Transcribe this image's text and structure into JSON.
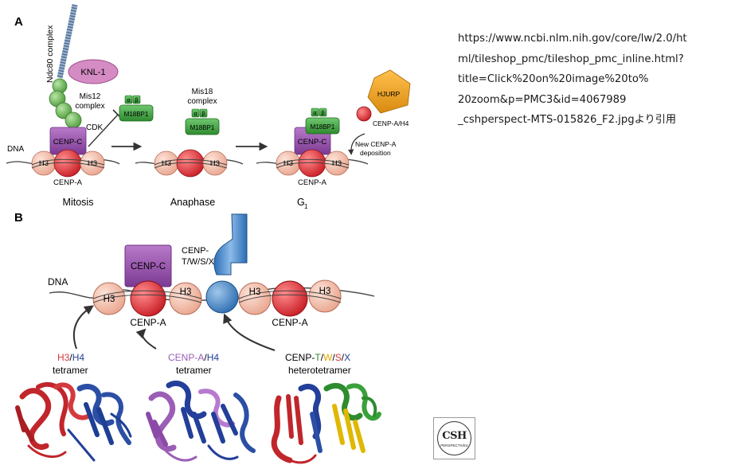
{
  "panel_a": {
    "letter": "A",
    "ndc80": "Ndc80 complex",
    "knl1": "KNL-1",
    "mis12_line1": "Mis12",
    "mis12_line2": "complex",
    "cdk": "CDK",
    "cenp_c": "CENP-C",
    "h3": "H3",
    "cenp_a": "CENP-A",
    "dna": "DNA",
    "m18bp1": "M18BP1",
    "alpha": "α",
    "beta": "β",
    "mis18_line1": "Mis18",
    "mis18_line2": "complex",
    "hjurp": "HJURP",
    "cenp_a_h4": "CENP-A/H4",
    "new_cenp_a_line1": "New CENP-A",
    "new_cenp_a_line2": "deposition",
    "stage_mitosis": "Mitosis",
    "stage_anaphase": "Anaphase",
    "stage_g1": "G",
    "stage_g1_sub": "1"
  },
  "panel_b": {
    "letter": "B",
    "dna": "DNA",
    "cenp_c": "CENP-C",
    "cenp_t_line1": "CENP-",
    "cenp_t_line2": "T/W/S/X",
    "h3": "H3",
    "cenp_a": "CENP-A",
    "h3h4_h3": "H3",
    "h3h4_slash": "/",
    "h3h4_h4": "H4",
    "h3h4_line2": "tetramer",
    "cah4_a": "CENP-A",
    "cah4_slash": "/",
    "cah4_h4": "H4",
    "cah4_line2": "tetramer",
    "tw_prefix": "CENP-",
    "tw_t": "T",
    "tw_s1": "/",
    "tw_w": "W",
    "tw_s2": "/",
    "tw_s": "S",
    "tw_s3": "/",
    "tw_x": "X",
    "tw_line2": "heterotetramer"
  },
  "colors": {
    "h3": "#f2b7a6",
    "cenp_a": "#e8383d",
    "cenp_c": "#9d4fb3",
    "cenp_t": "#3a80c4",
    "m18bp1": "#3c9a3c",
    "hjurp": "#e8a21e",
    "knl1": "#d98bc4",
    "h4_blue": "#233f9a",
    "purple": "#9b5db5",
    "green": "#2e8b2e",
    "yellow": "#e0b800"
  },
  "caption": {
    "lines": [
      "https://www.ncbi.nlm.nih.gov/core/lw/2.0/ht",
      "ml/tileshop_pmc/tileshop_pmc_inline.html?",
      "title=Click%20on%20image%20to%",
      "20zoom&p=PMC3&id=4067989",
      "_cshperspect-MTS-015826_F2.jpgより引用"
    ]
  },
  "logo": {
    "line1": "CSH",
    "line2": "PERSPECTIVES"
  }
}
